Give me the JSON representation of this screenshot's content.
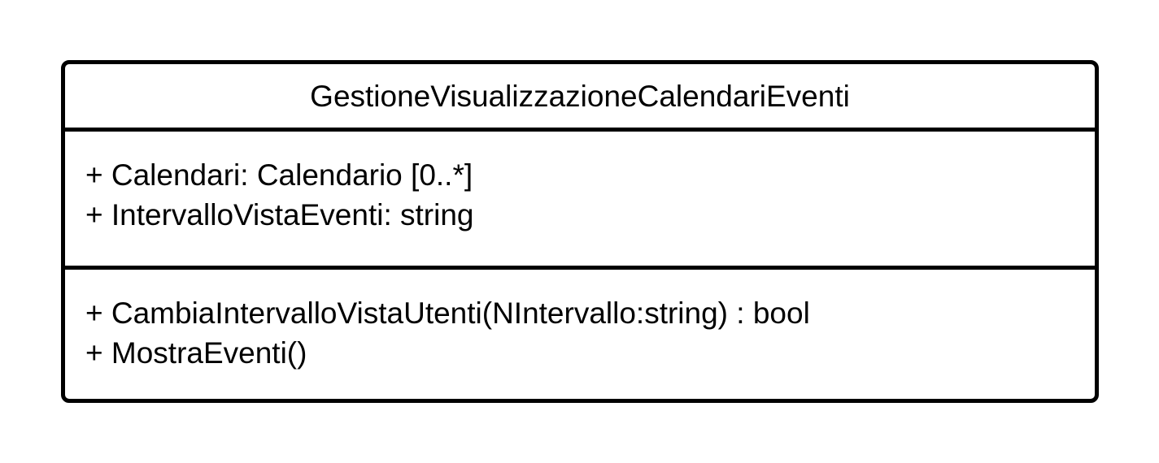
{
  "class": {
    "name": "GestioneVisualizzazioneCalendariEventi",
    "attributes": [
      "+ Calendari: Calendario [0..*]",
      "+ IntervalloVistaEventi: string"
    ],
    "operations": [
      "+ CambiaIntervalloVistaUtenti(NIntervallo:string) : bool",
      "+ MostraEventi()"
    ]
  }
}
